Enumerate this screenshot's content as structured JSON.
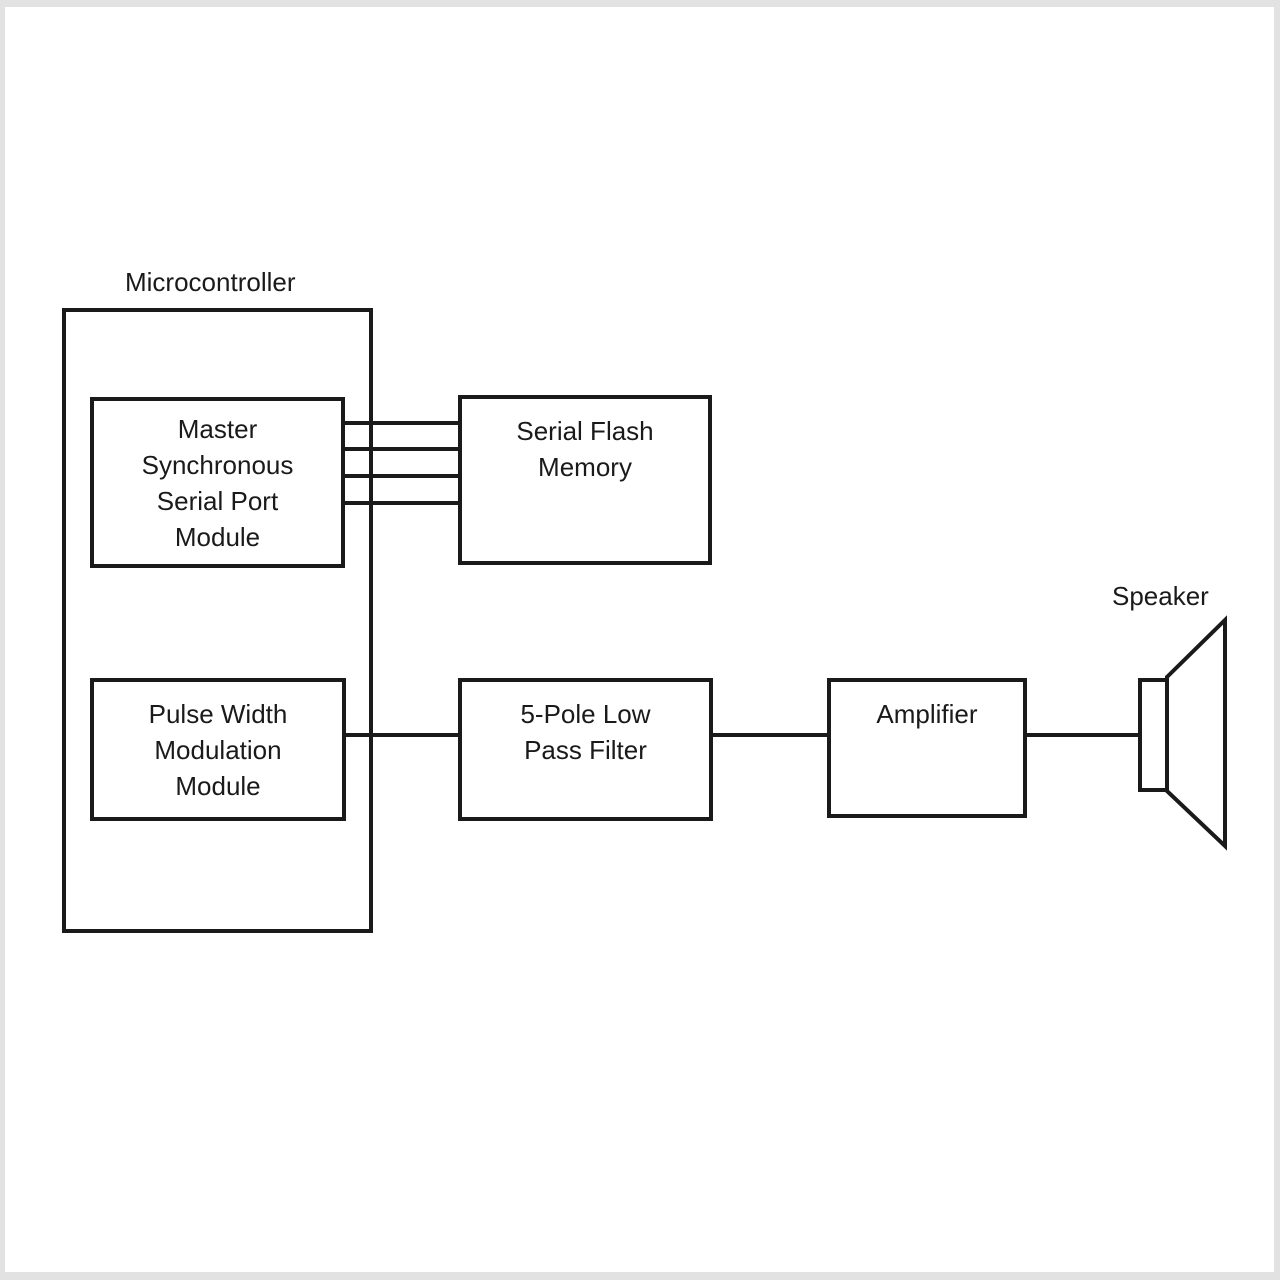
{
  "diagram": {
    "microcontroller": {
      "label": "Microcontroller"
    },
    "boxes": {
      "mssp": {
        "lines": [
          "Master",
          "Synchronous",
          "Serial Port",
          "Module"
        ]
      },
      "serial_flash": {
        "lines": [
          "Serial Flash",
          "Memory"
        ]
      },
      "pwm": {
        "lines": [
          "Pulse Width",
          "Modulation",
          "Module"
        ]
      },
      "low_pass_filter": {
        "lines": [
          "5-Pole Low",
          "Pass Filter"
        ]
      },
      "amplifier": {
        "label": "Amplifier"
      },
      "speaker": {
        "label": "Speaker"
      }
    },
    "connections": [
      {
        "from": "Master Synchronous Serial Port Module",
        "to": "Serial Flash Memory",
        "wires": 4
      },
      {
        "from": "Pulse Width Modulation Module",
        "to": "5-Pole Low Pass Filter",
        "wires": 1
      },
      {
        "from": "5-Pole Low Pass Filter",
        "to": "Amplifier",
        "wires": 1
      },
      {
        "from": "Amplifier",
        "to": "Speaker",
        "wires": 1
      }
    ],
    "colors": {
      "stroke": "#1a1a1a",
      "background": "#ffffff",
      "frame": "#e2e2e2"
    }
  }
}
